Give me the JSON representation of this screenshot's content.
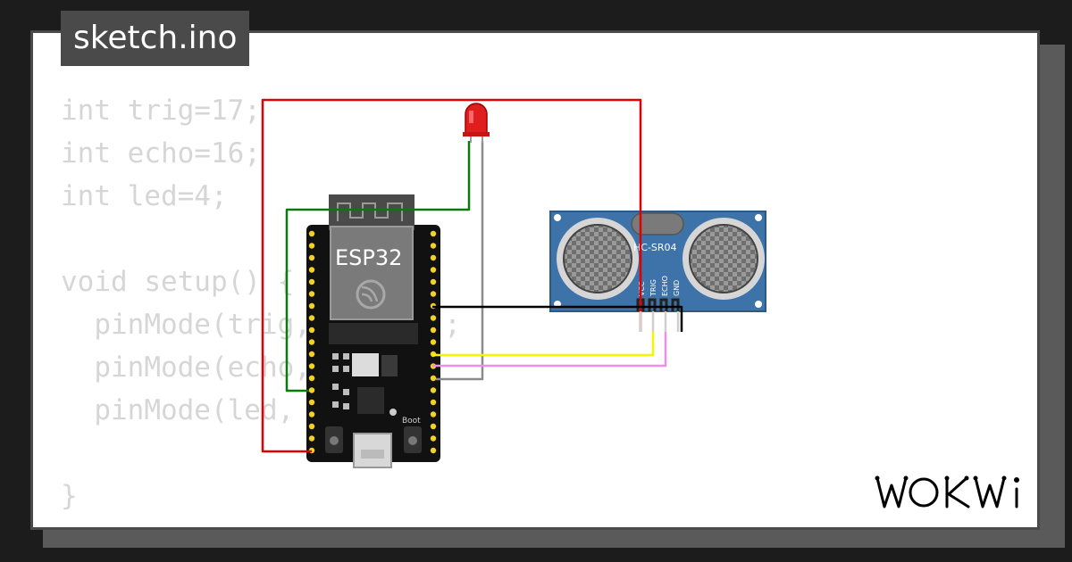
{
  "file": {
    "name": "sketch.ino"
  },
  "code": {
    "lines": [
      "int trig=17;",
      "int echo=16;",
      "int led=4;",
      "",
      "void setup() {",
      "  pinMode(trig, OUTPUT);",
      "  pinMode(echo, INPUT);",
      "  pinMode(led, OUTPUT);",
      "",
      "}"
    ]
  },
  "components": {
    "board": {
      "label": "ESP32",
      "boot_label": "Boot",
      "icon": "espressif-logo-icon"
    },
    "sensor": {
      "label": "HC-SR04",
      "pins": [
        "VCC",
        "TRIG",
        "ECHO",
        "GND"
      ]
    },
    "led": {
      "color": "#e01e1e"
    }
  },
  "wires": {
    "red": "#e00000",
    "green": "#0a7a0a",
    "gray": "#8a8a8a",
    "black": "#000000",
    "yellow": "#f5f500",
    "violet": "#f08cf0"
  },
  "brand": {
    "logo": "WOKWi"
  }
}
